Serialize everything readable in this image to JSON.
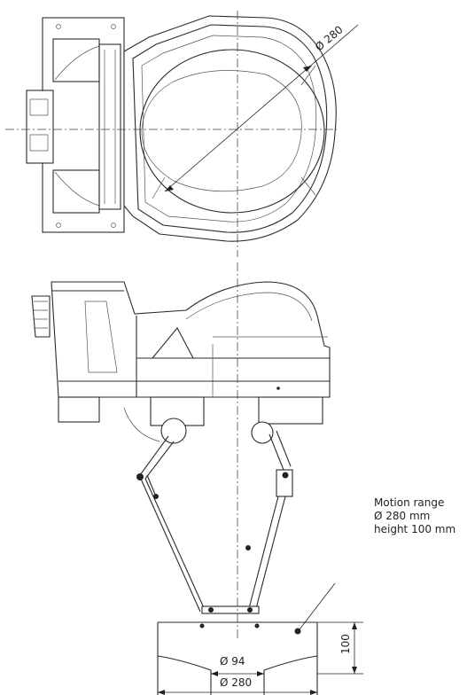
{
  "top_view": {
    "diameter_label": "Ø 280"
  },
  "side_view": {
    "height_label": "100",
    "inner_diameter_label": "Ø 94",
    "outer_diameter_label": "Ø 280"
  },
  "annotation": {
    "line1": "Motion range",
    "line2": "Ø 280 mm",
    "line3": "height 100 mm"
  }
}
